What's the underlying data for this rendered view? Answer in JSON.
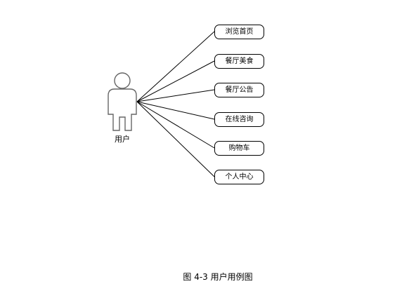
{
  "actor": {
    "label": "用户"
  },
  "use_cases": [
    {
      "label": "浏览首页"
    },
    {
      "label": "餐厅美食"
    },
    {
      "label": "餐厅公告"
    },
    {
      "label": "在线咨询"
    },
    {
      "label": "购物车"
    },
    {
      "label": "个人中心"
    }
  ],
  "caption": "图 4-3 用户用例图",
  "colors": {
    "stroke": "#000000",
    "actor_stroke": "#666666",
    "background": "#ffffff"
  }
}
